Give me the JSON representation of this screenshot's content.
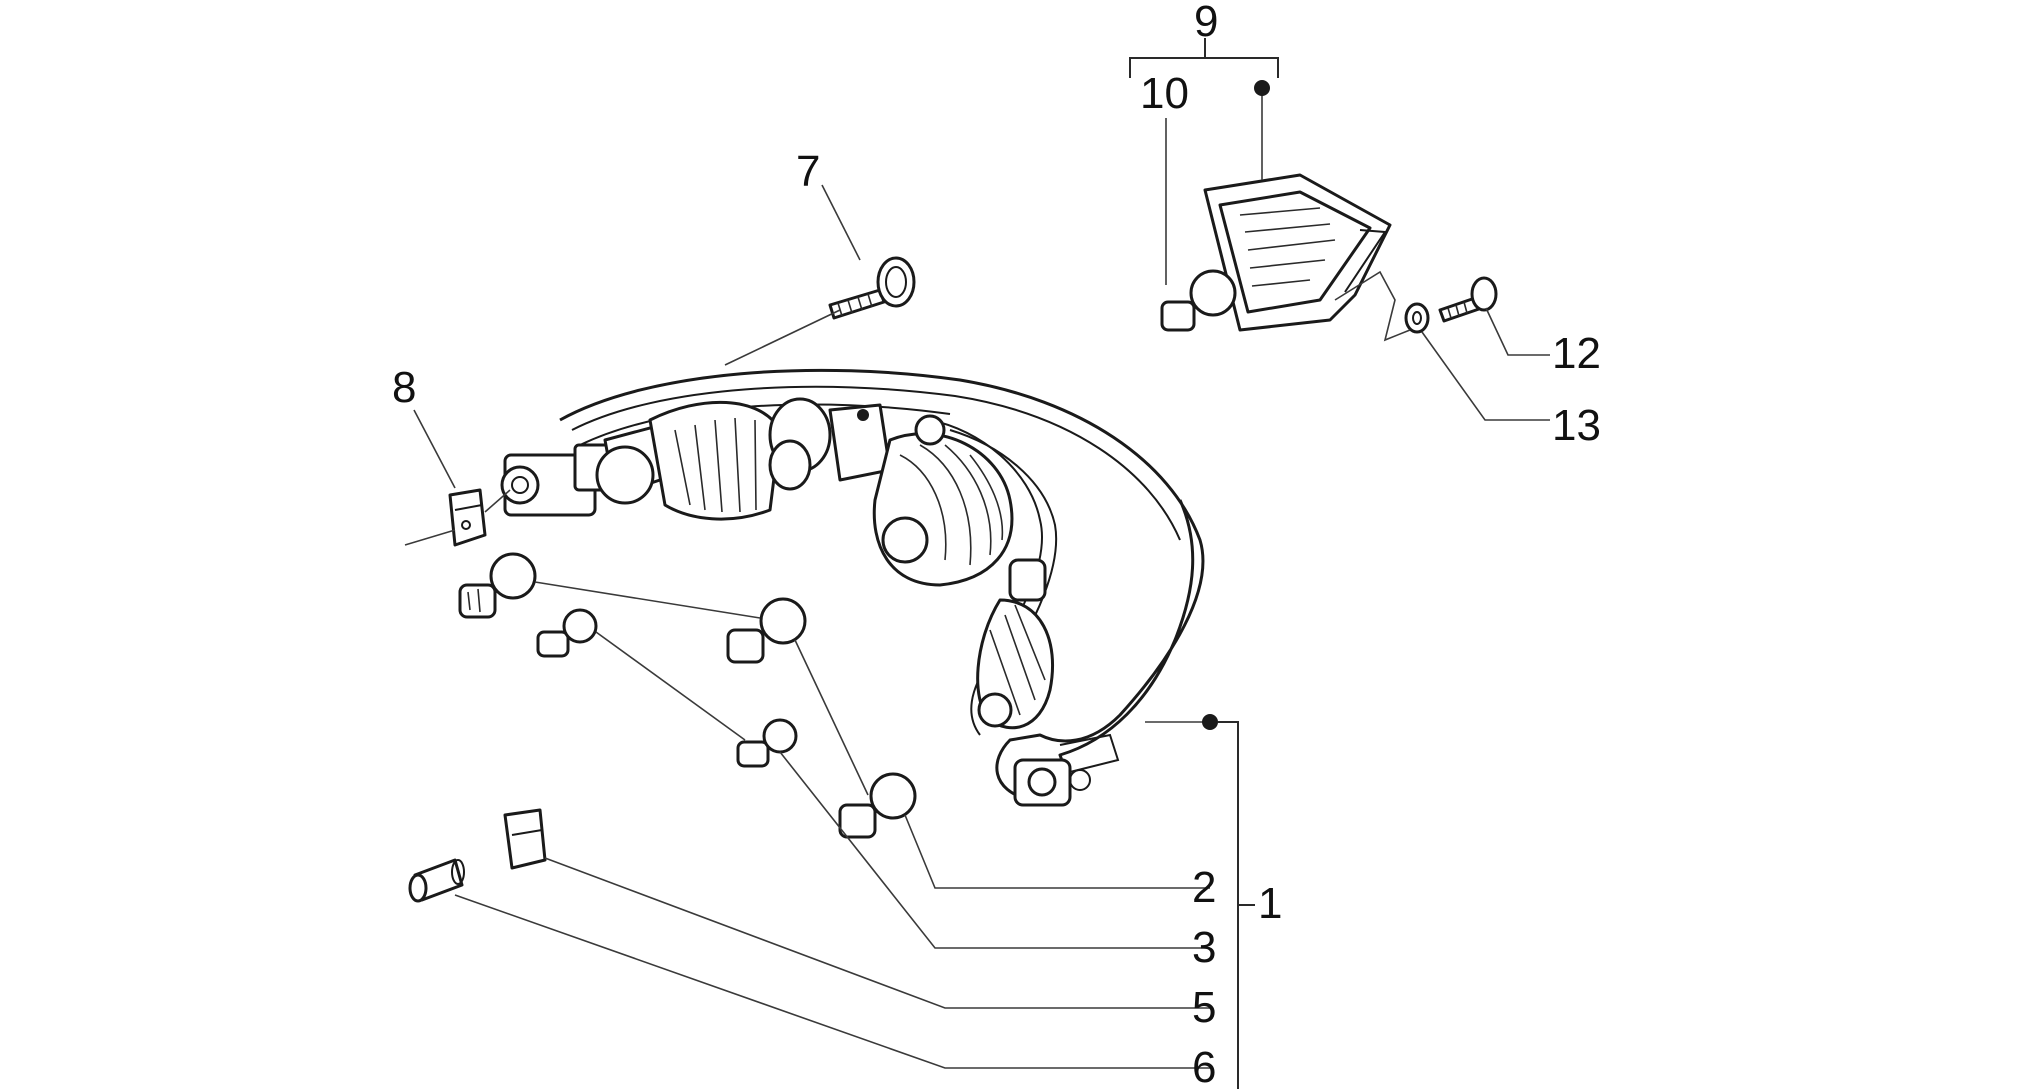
{
  "diagram": {
    "callouts": {
      "c1": "1",
      "c2": "2",
      "c3": "3",
      "c5": "5",
      "c6": "6",
      "c7": "7",
      "c8": "8",
      "c9": "9",
      "c10": "10",
      "c12": "12",
      "c13": "13"
    }
  }
}
